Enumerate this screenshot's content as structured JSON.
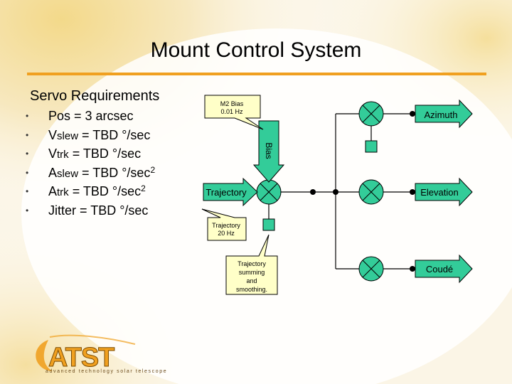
{
  "slide": {
    "title": "Mount Control System",
    "subhead": "Servo Requirements",
    "colors": {
      "accent": "#f0a020",
      "callout_fill": "#ffffc8",
      "box_fill": "#33cc99"
    }
  },
  "requirements": [
    {
      "bullet": "•",
      "main": "Pos = 3 arcsec",
      "pre": "",
      "sub": "",
      "post": "",
      "sup": ""
    },
    {
      "bullet": "•",
      "main": "",
      "pre": "V",
      "sub": "slew",
      "post": " = TBD °/sec",
      "sup": ""
    },
    {
      "bullet": "•",
      "main": "",
      "pre": "V",
      "sub": "trk",
      "post": " = TBD °/sec",
      "sup": ""
    },
    {
      "bullet": "•",
      "main": "",
      "pre": "A",
      "sub": "slew",
      "post": " = TBD °/sec",
      "sup": "2"
    },
    {
      "bullet": "•",
      "main": "",
      "pre": "A",
      "sub": "trk",
      "post": " = TBD °/sec",
      "sup": "2"
    },
    {
      "bullet": "•",
      "main": "Jitter = TBD °/sec",
      "pre": "",
      "sub": "",
      "post": "",
      "sup": ""
    }
  ],
  "diagram": {
    "m2_bias_line1": "M2 Bias",
    "m2_bias_line2": "0.01 Hz",
    "bias_label": "Bias",
    "trajectory_label": "Trajectory",
    "trajectory_rate_line1": "Trajectory",
    "trajectory_rate_line2": "20 Hz",
    "smoothing_lines": [
      "Trajectory",
      "summing",
      "and",
      "smoothing."
    ],
    "outputs": [
      "Azimuth",
      "Elevation",
      "Coudé"
    ]
  },
  "logo": {
    "text": "ATST",
    "tagline": "advanced technology solar telescope"
  }
}
